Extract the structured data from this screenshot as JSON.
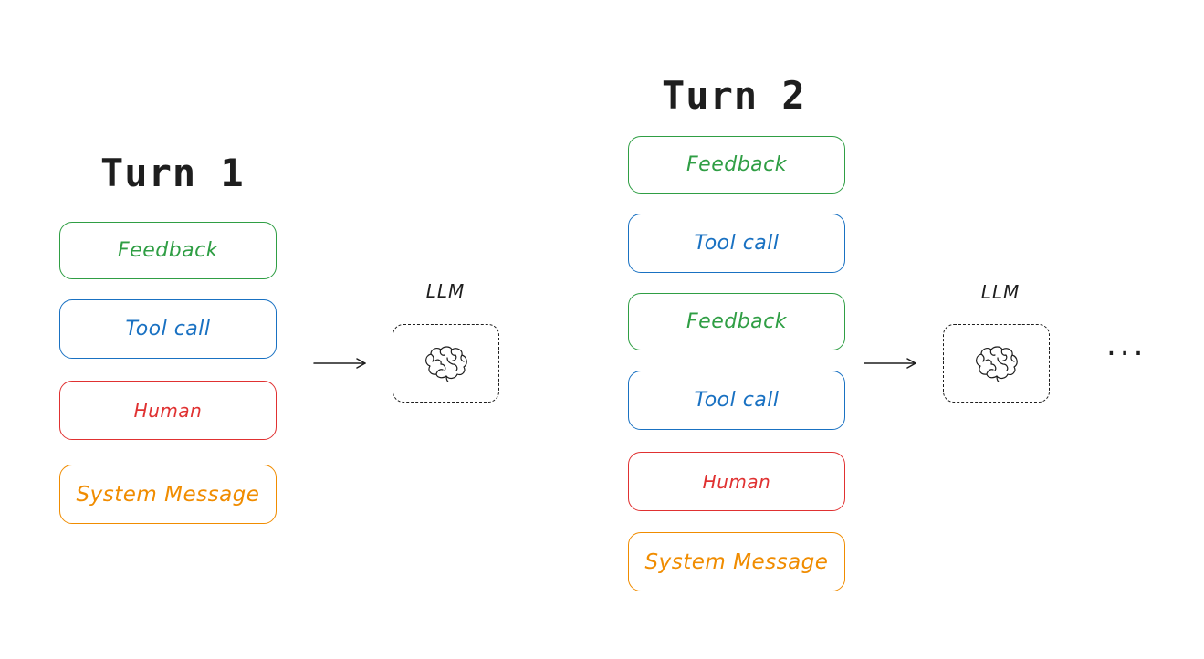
{
  "turn1": {
    "title": "Turn 1",
    "messages": [
      {
        "label": "Feedback",
        "kind": "feedback"
      },
      {
        "label": "Tool call",
        "kind": "toolcall"
      },
      {
        "label": "Human",
        "kind": "human"
      },
      {
        "label": "System Message",
        "kind": "system"
      }
    ],
    "llm_label": "LLM"
  },
  "turn2": {
    "title": "Turn 2",
    "messages": [
      {
        "label": "Feedback",
        "kind": "feedback"
      },
      {
        "label": "Tool call",
        "kind": "toolcall"
      },
      {
        "label": "Feedback",
        "kind": "feedback"
      },
      {
        "label": "Tool call",
        "kind": "toolcall"
      },
      {
        "label": "Human",
        "kind": "human"
      },
      {
        "label": "System Message",
        "kind": "system"
      }
    ],
    "llm_label": "LLM"
  },
  "continuation": "...",
  "colors": {
    "feedback": "#2f9e44",
    "toolcall": "#1971c2",
    "human": "#e03131",
    "system": "#f08c00",
    "ink": "#1e1e1e"
  },
  "icons": {
    "llm": "brain-icon",
    "arrow": "arrow-right-icon"
  }
}
